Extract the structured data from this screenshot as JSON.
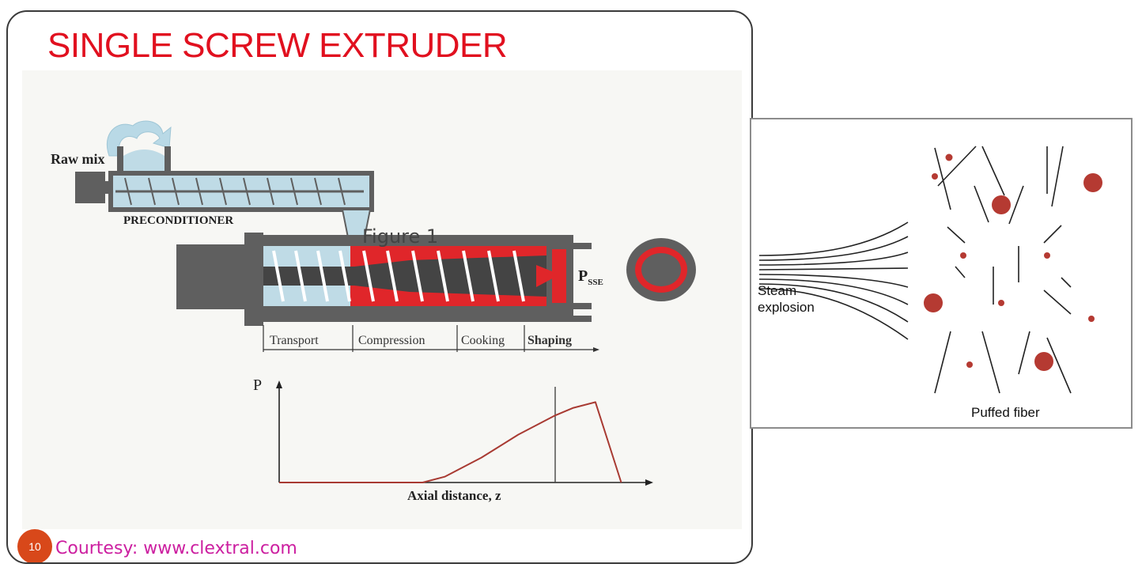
{
  "slide": {
    "title": "SINGLE SCREW EXTRUDER",
    "number": "10",
    "courtesy": "Courtesy: www.clextral.com"
  },
  "extruder_diagram": {
    "figure_label": "Figure 1",
    "raw_mix_label": "Raw mix",
    "preconditioner_label": "PRECONDITIONER",
    "pressure_end_label": "P",
    "pressure_end_subscript": "SSE",
    "zones": [
      "Transport",
      "Compression",
      "Cooking",
      "Shaping"
    ],
    "colors": {
      "barrel": "#5f5f5f",
      "hot": "#e0262a",
      "feed": "#bfdbe6"
    }
  },
  "chart_data": {
    "type": "line",
    "title": "",
    "xlabel": "Axial distance, z",
    "ylabel": "P",
    "x": [
      0.0,
      0.39,
      0.45,
      0.55,
      0.65,
      0.75,
      0.8,
      0.86,
      0.93
    ],
    "values": [
      0.0,
      0.0,
      0.06,
      0.26,
      0.5,
      0.7,
      0.78,
      0.84,
      0.0
    ],
    "xlim": [
      0,
      1
    ],
    "ylim": [
      0,
      1
    ],
    "grid": false,
    "color": "#a83a32"
  },
  "steam_panel": {
    "steam_label": "Steam explosion",
    "fiber_label": "Puffed fiber",
    "particle_color": "#b53a32"
  }
}
